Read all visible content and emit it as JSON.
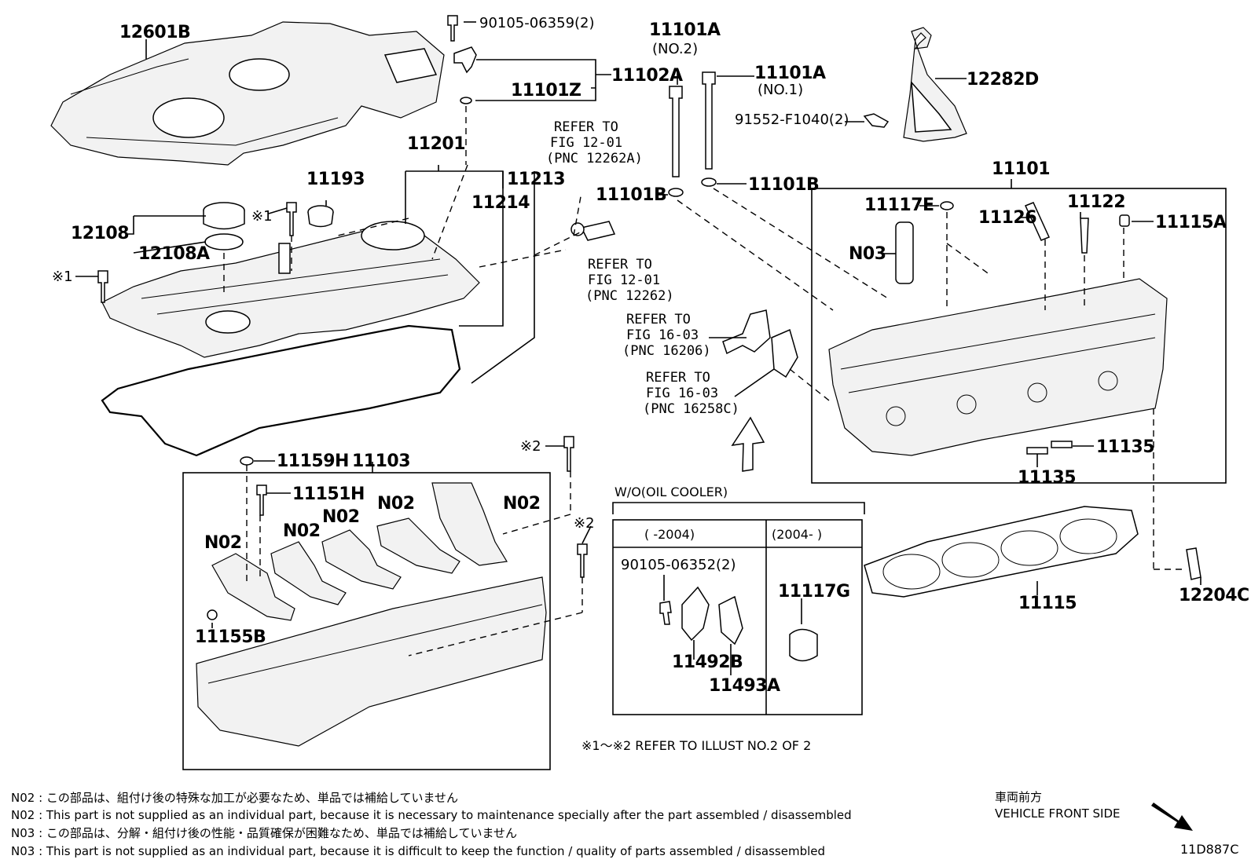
{
  "parts": {
    "p12601B": "12601B",
    "p90105_06359": "90105-06359(2)",
    "p11102A": "11102A",
    "p11101Z": "11101Z",
    "p11101A_2": "11101A",
    "p11101A_2_sub": "(NO.2)",
    "p11101A_1": "11101A",
    "p11101A_1_sub": "(NO.1)",
    "p12282D": "12282D",
    "p91552": "91552-F1040(2)",
    "p11201": "11201",
    "p11193": "11193",
    "p11213": "11213",
    "p11214": "11214",
    "p12108": "12108",
    "p12108A": "12108A",
    "mark1a": "※1",
    "mark1b": "※1",
    "mark2a": "※2",
    "mark2b": "※2",
    "p11101B_l": "11101B",
    "p11101B_r": "11101B",
    "p11101": "11101",
    "p11117E": "11117E",
    "p11126": "11126",
    "p11122": "11122",
    "p11115A": "11115A",
    "pN03": "N03",
    "p11135a": "11135",
    "p11135b": "11135",
    "p11159H": "11159H",
    "p11103": "11103",
    "p11151H": "11151H",
    "pN02a": "N02",
    "pN02b": "N02",
    "pN02c": "N02",
    "pN02d": "N02",
    "pN02e": "N02",
    "p11155B": "11155B",
    "p11115": "11115",
    "p12204C": "12204C",
    "p90105_06352": "90105-06352(2)",
    "p11492B": "11492B",
    "p11493A": "11493A",
    "p11117G": "11117G"
  },
  "refs": {
    "r1": [
      "REFER TO",
      "FIG 12-01",
      "(PNC 12262A)"
    ],
    "r2": [
      "REFER TO",
      "FIG 12-01",
      "(PNC 12262)"
    ],
    "r3": [
      "REFER TO",
      "FIG 16-03",
      "(PNC 16206)"
    ],
    "r4": [
      "REFER TO",
      "FIG 16-03",
      "(PNC 16258C)"
    ]
  },
  "oil_cooler": {
    "title": "W/O(OIL COOLER)",
    "col1": "(        -2004)",
    "col2": "(2004-      )"
  },
  "refer_illust": "※1～※2  REFER TO ILLUST NO.2 OF 2",
  "notes": [
    "N02 : この部品は、組付け後の特殊な加工が必要なため、単品では補給していません",
    "N02 : This part is not supplied as an individual part, because it is necessary to maintenance specially after the part assembled / disassembled",
    "N03 : この部品は、分解・組付け後の性能・品質確保が困難なため、単品では補給していません",
    "N03 : This part is not supplied as an individual part, because it is difficult to keep the function / quality of parts  assembled / disassembled"
  ],
  "vehicle_front_jp": "車両前方",
  "vehicle_front_en": "VEHICLE FRONT SIDE",
  "illustration_code": "11D887C"
}
